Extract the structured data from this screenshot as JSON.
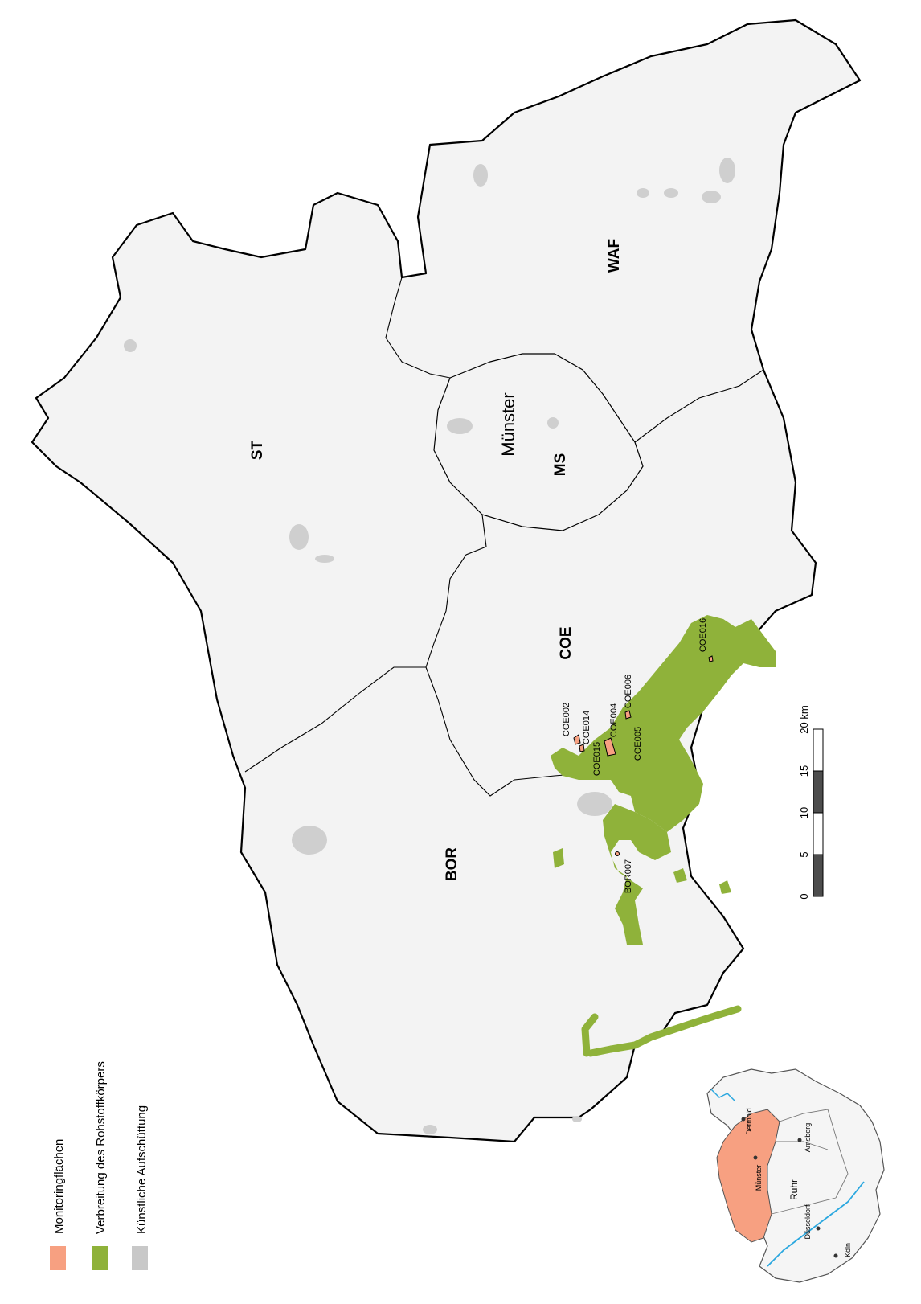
{
  "legend": {
    "items": [
      {
        "label": "Monitoringflächen",
        "color": "#f7a081"
      },
      {
        "label": "Verbreitung des Rohstoffkörpers",
        "color": "#8fb23a"
      },
      {
        "label": "Künstliche Aufschüttung",
        "color": "#c8c8c8"
      }
    ]
  },
  "districts": {
    "st": "ST",
    "waf": "WAF",
    "ms": "MS",
    "coe": "COE",
    "bor": "BOR",
    "city": "Münster"
  },
  "sites": {
    "coe002": "COE002",
    "coe014": "COE014",
    "coe015": "COE015",
    "coe004": "COE004",
    "coe005": "COE005",
    "coe006": "COE006",
    "coe016": "COE016",
    "bor007": "BOR007"
  },
  "scale": {
    "ticks": [
      "0",
      "5",
      "10",
      "15",
      "20 km"
    ]
  },
  "inset": {
    "detmold": "Detmold",
    "muenster": "Münster",
    "arnsberg": "Arnsberg",
    "ruhr": "Ruhr",
    "duesseldorf": "Düsseldorf",
    "koeln": "Köln"
  },
  "colors": {
    "region_fill": "#f3f3f3",
    "highlight": "#f7a081",
    "green": "#8fb23a",
    "river": "#2aa7df"
  }
}
